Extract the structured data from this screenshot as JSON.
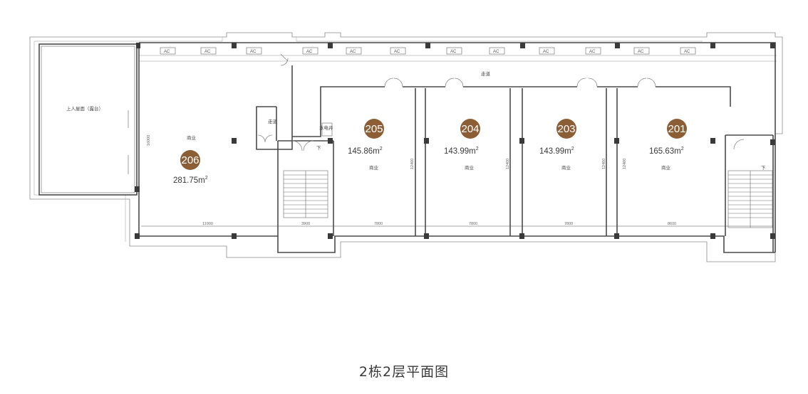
{
  "plan_title": "2栋2层平面图",
  "units": [
    {
      "number": "206",
      "area": "281.75m",
      "unit_sup": "2",
      "use": "商业"
    },
    {
      "number": "205",
      "area": "145.86m",
      "unit_sup": "2",
      "use": "商业"
    },
    {
      "number": "204",
      "area": "143.99m",
      "unit_sup": "2",
      "use": "商业"
    },
    {
      "number": "203",
      "area": "143.99m",
      "unit_sup": "2",
      "use": "商业"
    },
    {
      "number": "201",
      "area": "165.63m",
      "unit_sup": "2",
      "use": "商业"
    }
  ],
  "labels": {
    "terrace": "上人屋面（露台）",
    "corridor_top": "走道",
    "corridor_side": "走道",
    "shaft": "水电井",
    "down_left": "下",
    "down_right": "下",
    "ac": "AC"
  },
  "dimensions": {
    "bottom": [
      "11900",
      "3900",
      "7800",
      "7800",
      "7800",
      "8600"
    ],
    "depth_left": "16000",
    "depth_units": [
      "12400",
      "12400",
      "12400",
      "12400"
    ]
  },
  "colors": {
    "badge": "#8c5e36",
    "wall": "#4a4a4a"
  }
}
